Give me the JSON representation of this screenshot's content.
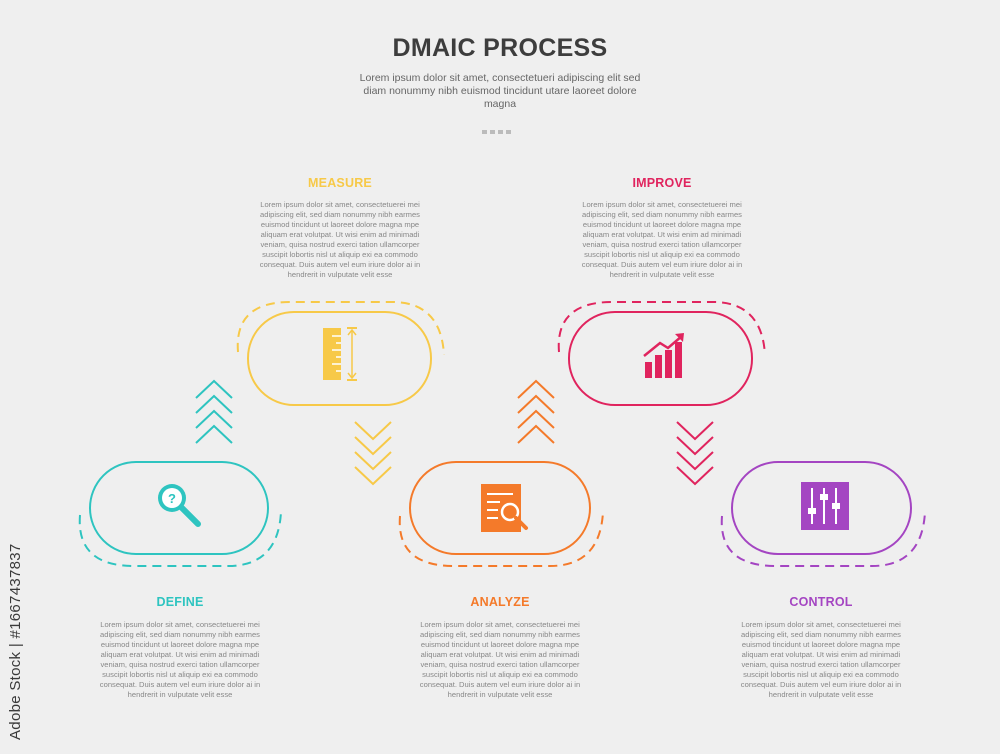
{
  "header": {
    "title": "DMAIC PROCESS",
    "subtitle": "Lorem ipsum dolor sit amet, consectetueri adipiscing elit sed diam nonummy nibh euismod tincidunt utare laoreet dolore magna"
  },
  "steps": [
    {
      "id": "define",
      "label": "DEFINE",
      "color": "#2ec4c0",
      "icon": "magnifier-question-icon",
      "text": "Lorem ipsum dolor sit amet, consectetuerei mei adipiscing elit, sed diam nonummy nibh earmes euismod tincidunt ut laoreet dolore magna mpe aliquam erat volutpat. Ut wisi enim ad minimadi veniam, quisa nostrud exerci tation ullamcorper suscipit lobortis nisl ut aliquip exi ea commodo consequat. Duis autem vel eum iriure dolor ai in hendrerit in vulputate velit esse"
    },
    {
      "id": "measure",
      "label": "MEASURE",
      "color": "#f7c948",
      "icon": "ruler-icon",
      "text": "Lorem ipsum dolor sit amet, consectetuerei mei adipiscing elit, sed diam nonummy nibh earmes euismod tincidunt ut laoreet dolore magna mpe aliquam erat volutpat. Ut wisi enim ad minimadi veniam, quisa nostrud exerci tation ullamcorper suscipit lobortis nisl ut aliquip exi ea commodo consequat. Duis autem vel eum iriure dolor ai in hendrerit in vulputate velit esse"
    },
    {
      "id": "analyze",
      "label": "ANALYZE",
      "color": "#f47a2a",
      "icon": "document-search-icon",
      "text": "Lorem ipsum dolor sit amet, consectetuerei mei adipiscing elit, sed diam nonummy nibh earmes euismod tincidunt ut laoreet dolore magna mpe aliquam erat volutpat. Ut wisi enim ad minimadi veniam, quisa nostrud exerci tation ullamcorper suscipit lobortis nisl ut aliquip exi ea commodo consequat. Duis autem vel eum iriure dolor ai in hendrerit in vulputate velit esse"
    },
    {
      "id": "improve",
      "label": "IMPROVE",
      "color": "#e0245e",
      "icon": "growth-chart-icon",
      "text": "Lorem ipsum dolor sit amet, consectetuerei mei adipiscing elit, sed diam nonummy nibh earmes euismod tincidunt ut laoreet dolore magna mpe aliquam erat volutpat. Ut wisi enim ad minimadi veniam, quisa nostrud exerci tation ullamcorper suscipit lobortis nisl ut aliquip exi ea commodo consequat. Duis autem vel eum iriure dolor ai in hendrerit in vulputate velit esse"
    },
    {
      "id": "control",
      "label": "CONTROL",
      "color": "#a445c2",
      "icon": "sliders-icon",
      "text": "Lorem ipsum dolor sit amet, consectetuerei mei adipiscing elit, sed diam nonummy nibh earmes euismod tincidunt ut laoreet dolore magna mpe aliquam erat volutpat. Ut wisi enim ad minimadi veniam, quisa nostrud exerci tation ullamcorper suscipit lobortis nisl ut aliquip exi ea commodo consequat. Duis autem vel eum iriure dolor ai in hendrerit in vulputate velit esse"
    }
  ],
  "watermark": "Adobe Stock | #1667437837"
}
